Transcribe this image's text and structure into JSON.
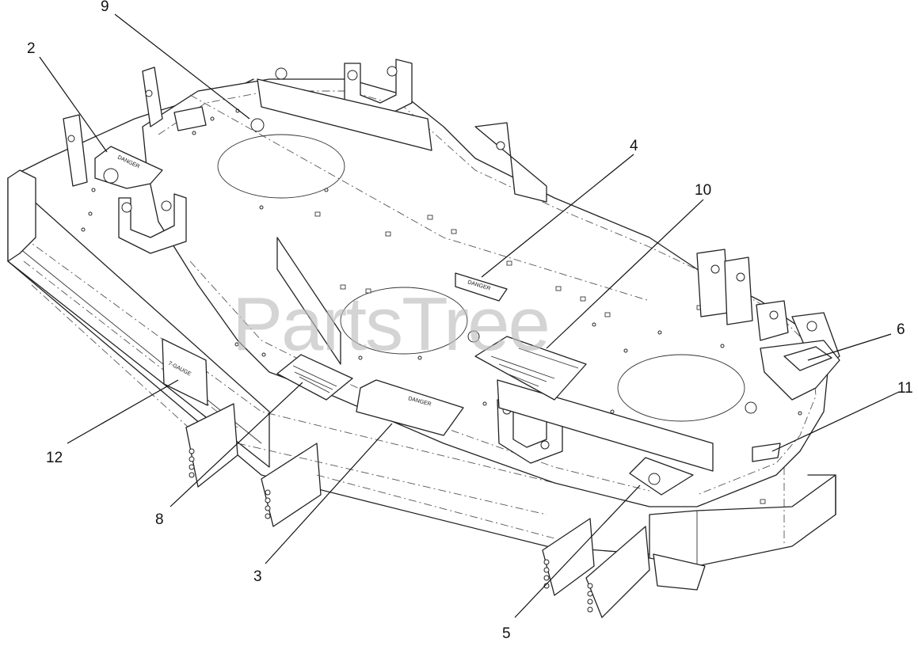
{
  "watermark": "PartsTree",
  "callouts": [
    {
      "id": "9",
      "label": "9"
    },
    {
      "id": "2",
      "label": "2"
    },
    {
      "id": "4",
      "label": "4"
    },
    {
      "id": "10",
      "label": "10"
    },
    {
      "id": "6",
      "label": "6"
    },
    {
      "id": "11",
      "label": "11"
    },
    {
      "id": "12",
      "label": "12"
    },
    {
      "id": "8",
      "label": "8"
    },
    {
      "id": "3",
      "label": "3"
    },
    {
      "id": "5",
      "label": "5"
    }
  ],
  "decals": {
    "danger_2": "DANGER",
    "danger_4": "DANGER",
    "danger_3": "DANGER",
    "gauge_12": "7-GAUGE"
  },
  "colors": {
    "line": "#222222",
    "watermark": "#bdbdbd",
    "background": "#ffffff"
  }
}
